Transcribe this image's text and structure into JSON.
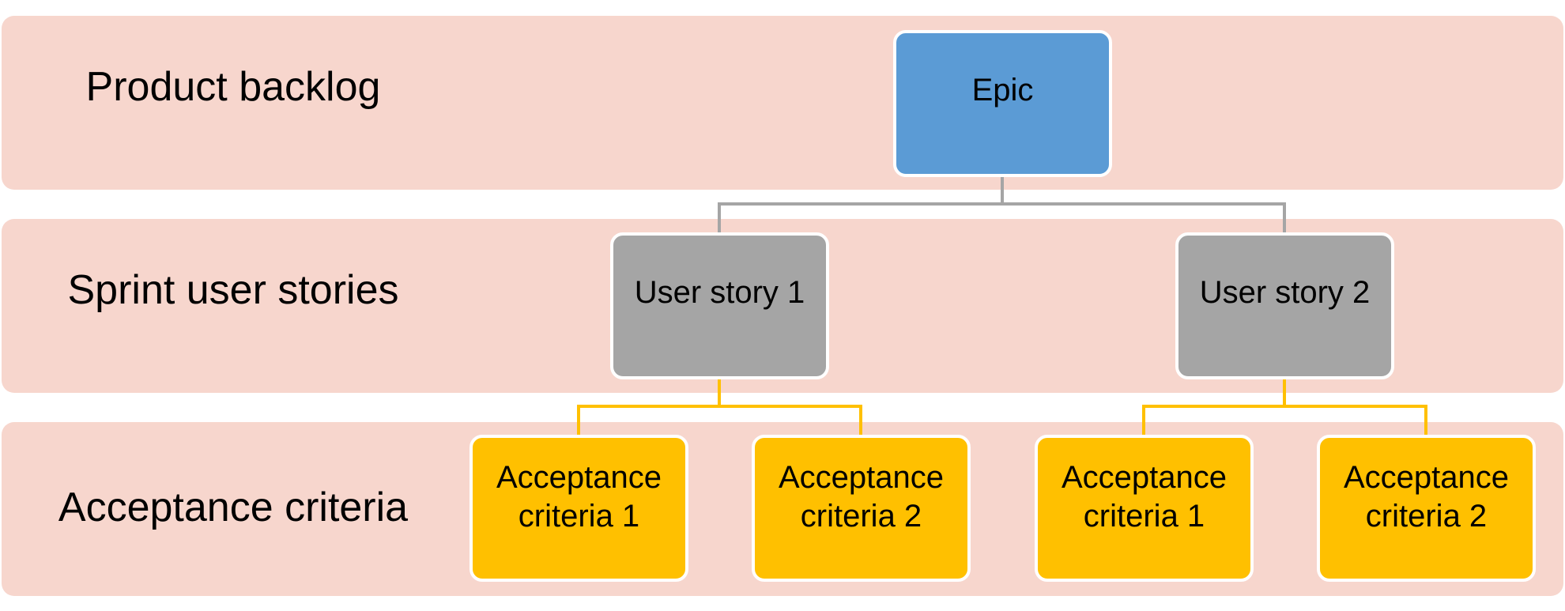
{
  "levels": [
    {
      "label": "Product backlog"
    },
    {
      "label": "Sprint user stories"
    },
    {
      "label": "Acceptance criteria"
    }
  ],
  "nodes": {
    "epic": "Epic",
    "story_1": "User story 1",
    "story_2": "User story 2",
    "ac_1": "Acceptance\ncriteria 1",
    "ac_2": "Acceptance\ncriteria 2",
    "ac_3": "Acceptance\ncriteria 1",
    "ac_4": "Acceptance\ncriteria 2"
  },
  "colors": {
    "band_background": "#f7d6cd",
    "epic_fill": "#5b9bd5",
    "story_fill": "#a5a5a5",
    "criteria_fill": "#ffc000",
    "grey_connector": "#a5a5a5",
    "yellow_connector": "#ffc000",
    "node_border": "#ffffff"
  }
}
